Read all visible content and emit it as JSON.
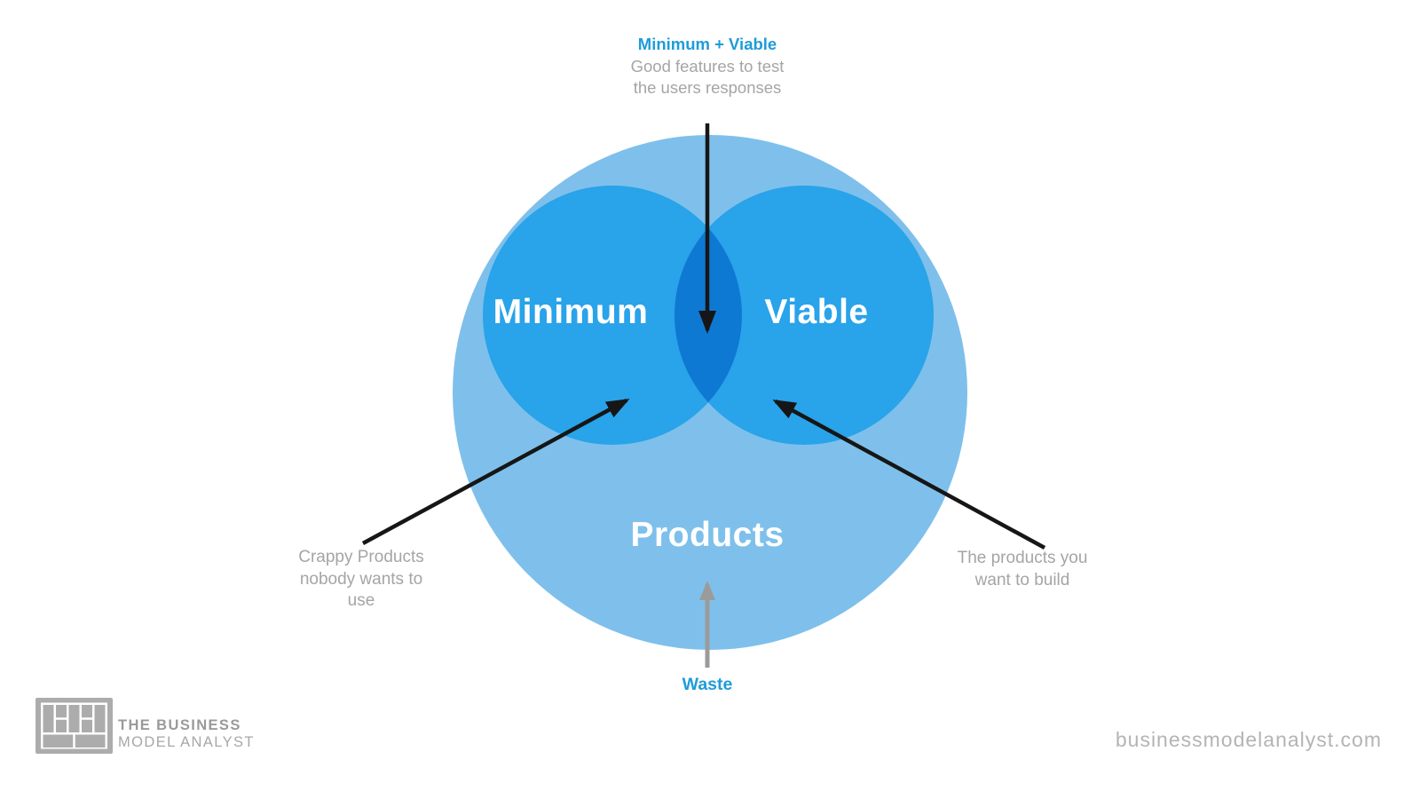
{
  "colors": {
    "products_circle": "#7EC0EB",
    "inner_circle": "#29A3E9",
    "overlap": "#0E79D3",
    "accent_blue_text": "#1E9CD9",
    "gray_text": "#A5A5A5",
    "arrow_black": "#161616",
    "arrow_gray": "#9B9B9B",
    "logo_gray": "#ACACAC",
    "website_gray": "#B4B4B4"
  },
  "venn": {
    "minimum_label": "Minimum",
    "viable_label": "Viable",
    "products_label": "Products"
  },
  "annotations": {
    "top": {
      "title": "Minimum + Viable",
      "lines": [
        "Good features to test",
        "the users responses"
      ]
    },
    "left": {
      "lines": [
        "Crappy Products",
        "nobody wants to",
        "use"
      ]
    },
    "right": {
      "lines": [
        "The products you",
        "want to build"
      ]
    },
    "bottom": {
      "title": "Waste"
    }
  },
  "footer": {
    "logo_text_line1": "THE BUSINESS",
    "logo_text_line2": "MODEL ANALYST",
    "website": "businessmodelanalyst.com"
  }
}
